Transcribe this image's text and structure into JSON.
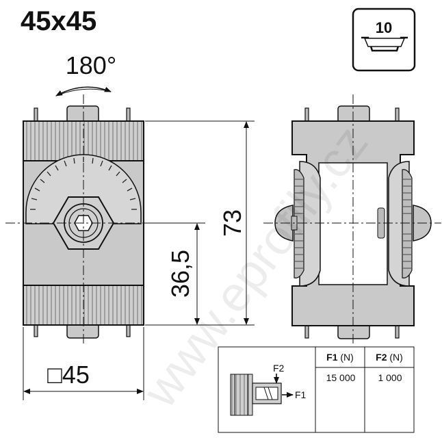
{
  "title": "45x45",
  "slot_badge": "10",
  "rotation_label": "180°",
  "dimensions": {
    "height": "73",
    "center_height": "36,5",
    "width_square": "□45"
  },
  "force_diagram": {
    "f2_label": "F2",
    "f1_label": "F1"
  },
  "force_table": {
    "headers": [
      {
        "bold": "F1",
        "unit": " (N)"
      },
      {
        "bold": "F2",
        "unit": " (N)"
      }
    ],
    "values": [
      "15 000",
      "1 000"
    ]
  },
  "watermark": "www.eprofily.cz",
  "colors": {
    "part_fill": "#c9c9c9",
    "part_dark": "#9a9a9a",
    "line": "#111111"
  }
}
